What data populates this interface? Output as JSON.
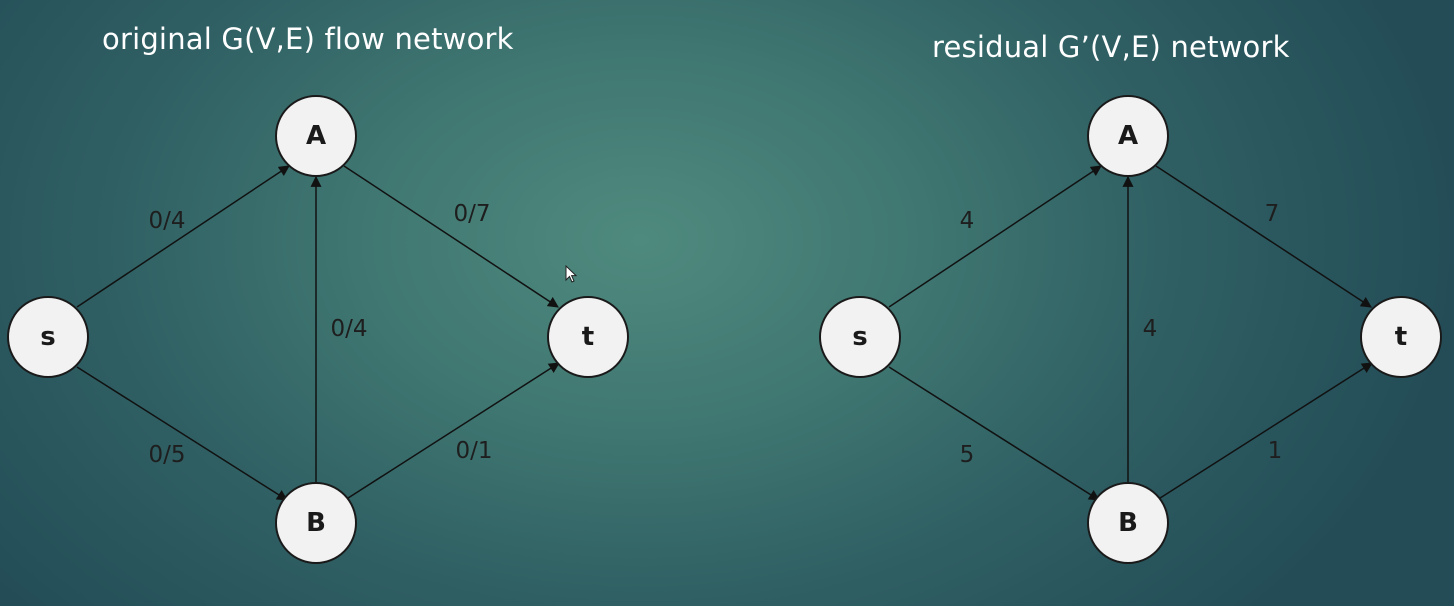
{
  "left": {
    "title": "original G(V,E) flow network",
    "nodes": {
      "s": "s",
      "A": "A",
      "B": "B",
      "t": "t"
    },
    "edges": {
      "sA": "0/4",
      "At": "0/7",
      "BA": "0/4",
      "sB": "0/5",
      "Bt": "0/1"
    }
  },
  "right": {
    "title": "residual G’(V,E) network",
    "nodes": {
      "s": "s",
      "A": "A",
      "B": "B",
      "t": "t"
    },
    "edges": {
      "sA": "4",
      "At": "7",
      "BA": "4",
      "sB": "5",
      "Bt": "1"
    }
  },
  "colors": {
    "node_fill": "#f2f2f2",
    "node_stroke": "#1a1a1a",
    "edge": "#111111",
    "title_text": "#ffffff"
  },
  "icons": {
    "cursor": "mouse-pointer-icon"
  }
}
